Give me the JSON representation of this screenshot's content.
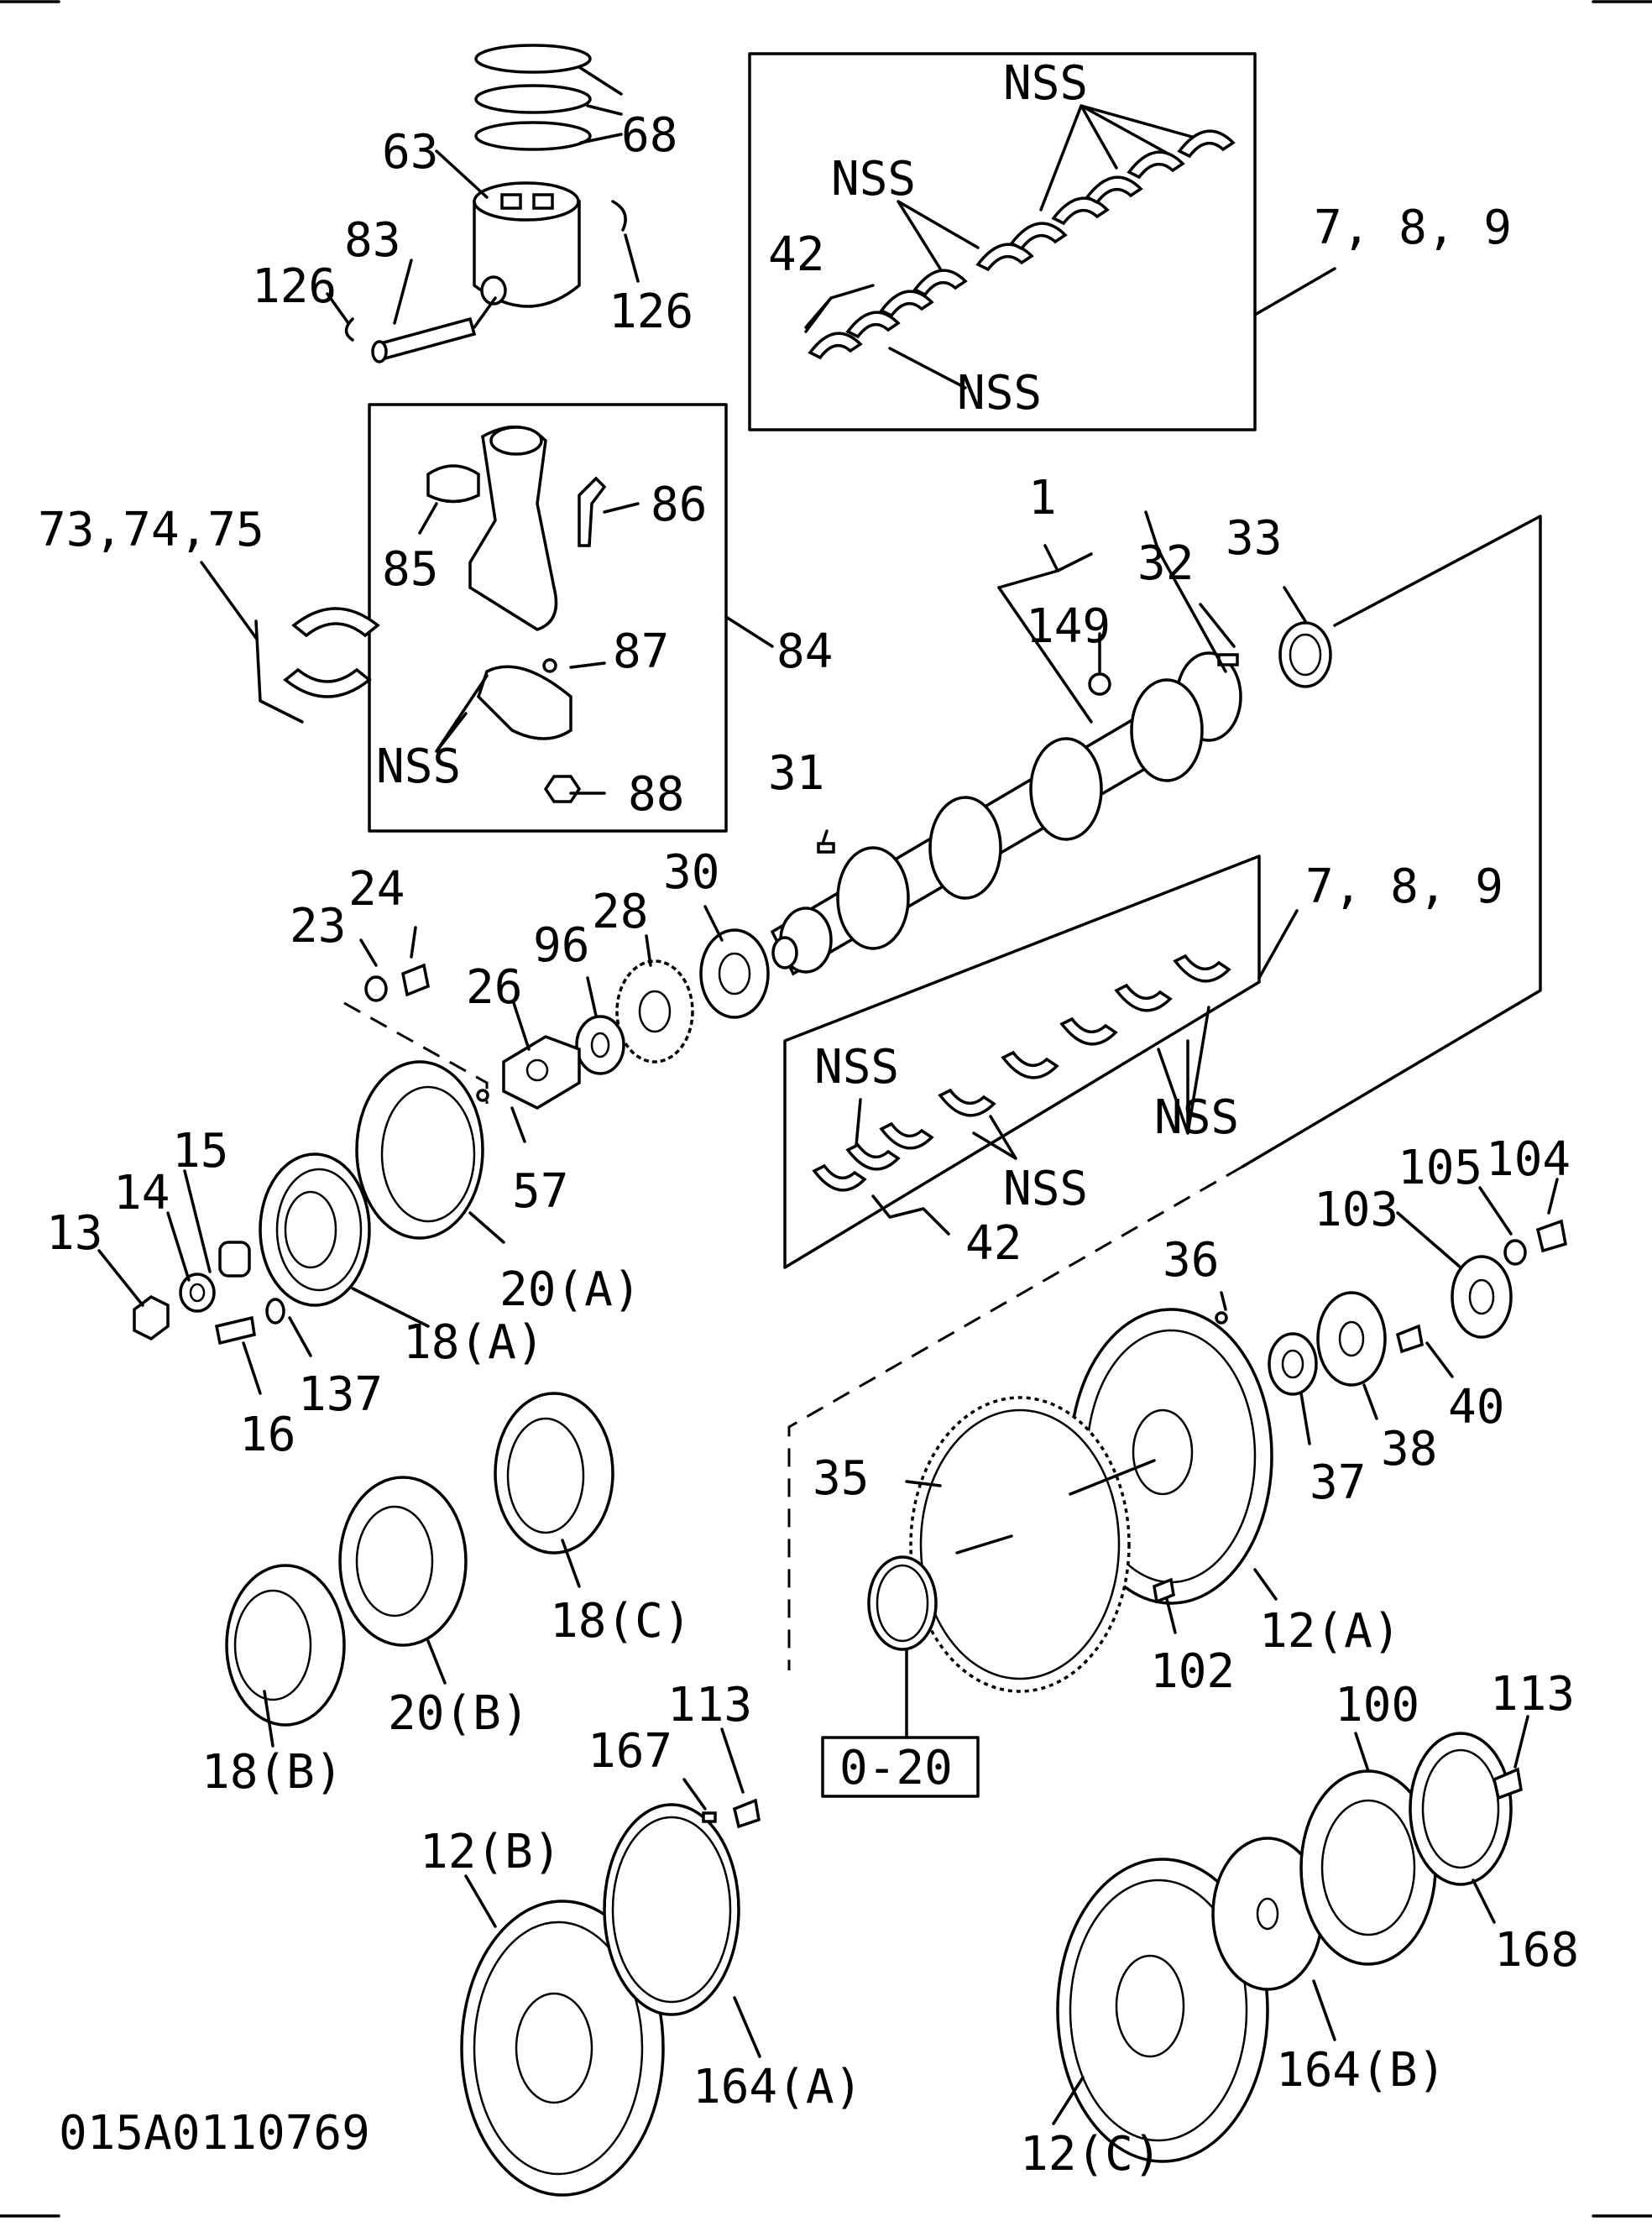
{
  "diagram_id": "015A0110769",
  "callouts": {
    "c68": "68",
    "c63": "63",
    "c83": "83",
    "c126a": "126",
    "c126b": "126",
    "nss_top": "NSS",
    "nss_mid": "NSS",
    "c42_top": "42",
    "nss_low": "NSS",
    "c789_top": "7, 8, 9",
    "c73": "73,74,75",
    "c86": "86",
    "c85": "85",
    "c87": "87",
    "c84": "84",
    "nss_rod": "NSS",
    "c88": "88",
    "c1": "1",
    "c32": "32",
    "c33": "33",
    "c149": "149",
    "c31": "31",
    "c24": "24",
    "c23": "23",
    "c26": "26",
    "c96": "96",
    "c28": "28",
    "c30": "30",
    "c789_low": "7, 8, 9",
    "nss_b1": "NSS",
    "nss_b2": "NSS",
    "nss_b3": "NSS",
    "c42_low": "42",
    "c15": "15",
    "c14": "14",
    "c13": "13",
    "c57": "57",
    "c20a": "20(A)",
    "c18a": "18(A)",
    "c16": "16",
    "c137": "137",
    "c104": "104",
    "c105": "105",
    "c103": "103",
    "c36": "36",
    "c40": "40",
    "c38": "38",
    "c37": "37",
    "c35": "35",
    "c12a": "12(A)",
    "c102": "102",
    "ref_box": "0-20",
    "c18c": "18(C)",
    "c20b": "20(B)",
    "c18b": "18(B)",
    "c113a": "113",
    "c167": "167",
    "c12b": "12(B)",
    "c164a": "164(A)",
    "c100": "100",
    "c113b": "113",
    "c168": "168",
    "c164b": "164(B)",
    "c12c": "12(C)"
  }
}
